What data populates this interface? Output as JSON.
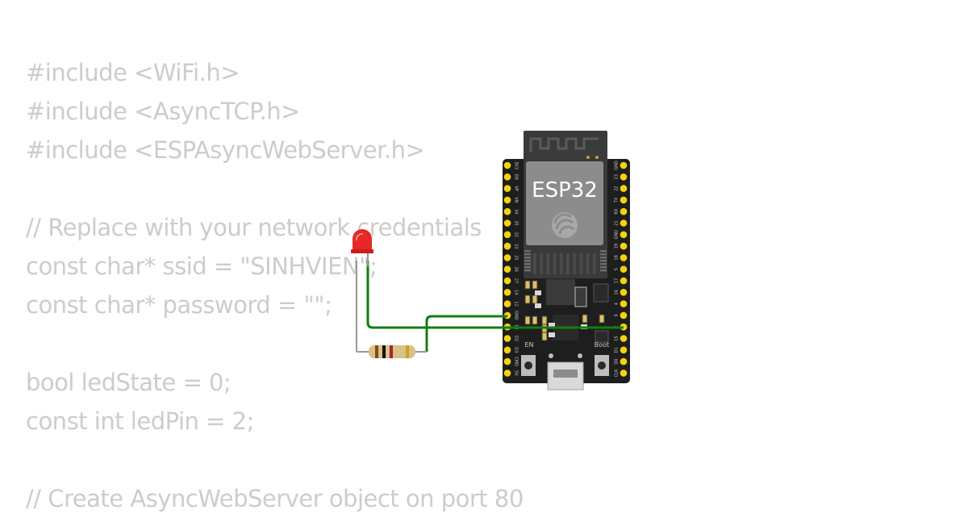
{
  "code_lines": [
    "#include <WiFi.h>",
    "#include <AsyncTCP.h>",
    "#include <ESPAsyncWebServer.h>",
    "",
    "// Replace with your network credentials",
    "const char* ssid = \"SINHVIEN\";",
    "const char* password = \"\";",
    "",
    "bool ledState = 0;",
    "const int ledPin = 2;",
    "",
    "// Create AsyncWebServer object on port 80"
  ],
  "board": {
    "chip_label": "ESP32",
    "button_en": "EN",
    "button_boot": "Boot",
    "left_pins": [
      "3V3",
      "EN",
      "VP",
      "VN",
      "34",
      "35",
      "32",
      "33",
      "25",
      "26",
      "27",
      "14",
      "12",
      "GND",
      "13",
      "D2",
      "D3",
      "CMD",
      "5V"
    ],
    "right_pins": [
      "GND",
      "23",
      "22",
      "TX",
      "RX",
      "21",
      "GND",
      "19",
      "18",
      "5",
      "17",
      "16",
      "4",
      "0",
      "2",
      "15",
      "D1",
      "D0",
      "CLK"
    ]
  },
  "colors": {
    "code_text": "#cccccc",
    "wire": "#137d13",
    "board": "#1e1e1e",
    "pin_gold": "#f5d20f",
    "led": "#e62828",
    "resistor_body": "#d8c28a"
  }
}
